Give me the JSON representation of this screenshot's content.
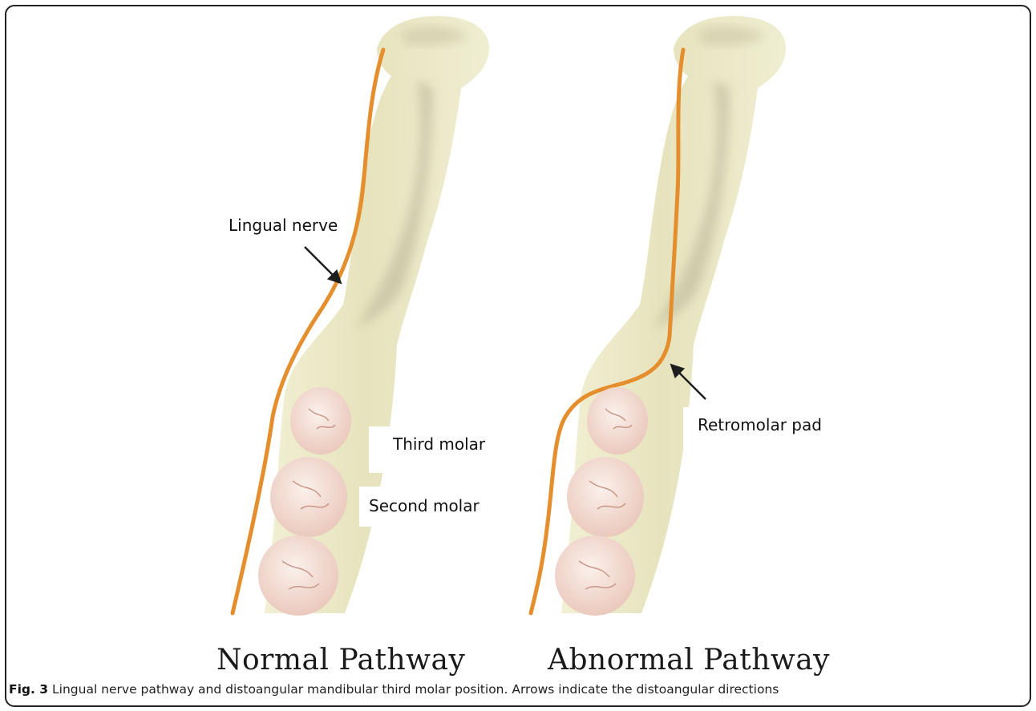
{
  "figure": {
    "labels": {
      "lingual_nerve": "Lingual nerve",
      "third_molar": "Third molar",
      "second_molar": "Second molar",
      "retromolar_pad": "Retromolar pad"
    },
    "pathways": {
      "normal": "Normal Pathway",
      "abnormal": "Abnormal Pathway"
    },
    "caption": {
      "label": "Fig. 3",
      "text": "Lingual nerve pathway and distoangular mandibular third molar position. Arrows indicate the distoangular directions"
    },
    "colors": {
      "bone": "#ece9c4",
      "bone_shadow": "#b9b69a",
      "nerve": "#e58e2d",
      "tooth": "#f3ddd6",
      "border": "#222222"
    }
  }
}
